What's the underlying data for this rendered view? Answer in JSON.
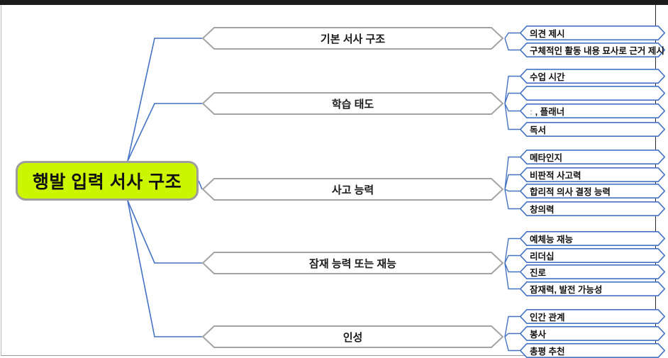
{
  "diagram": {
    "type": "mind-map",
    "title_node": "행발 입력 서사 구조",
    "colors": {
      "root_fill": "#ccf500",
      "root_border": "#9e9e9e",
      "branch_border": "#a3a3a3",
      "branch_fill": "#ffffff",
      "leaf_border": "#4472c4",
      "leaf_fill": "#ffffff",
      "connector": "#4472c4",
      "canvas": "#ffffff",
      "chrome_bar": "#1c1c1c"
    },
    "root": {
      "label": "행발 입력 서사 구조"
    },
    "branches": [
      {
        "label": "기본 서사 구조",
        "leaves": [
          {
            "label": "의견 제시",
            "state": "normal"
          },
          {
            "label": "구체적인 활동 내용 묘사로 근거 제시",
            "state": "clipped"
          }
        ]
      },
      {
        "label": "학습 태도",
        "leaves": [
          {
            "label": "수업 시간",
            "state": "normal"
          },
          {
            "label": "",
            "state": "blank"
          },
          {
            "label": ", 플래너",
            "state": "partial",
            "ghost_prefix": ":"
          },
          {
            "label": "독서",
            "state": "normal"
          }
        ]
      },
      {
        "label": "사고 능력",
        "leaves": [
          {
            "label": "메타인지",
            "state": "normal"
          },
          {
            "label": "비판적 사고력",
            "state": "normal"
          },
          {
            "label": "합리적 의사 결정 능력",
            "state": "normal"
          },
          {
            "label": "창의력",
            "state": "normal"
          }
        ]
      },
      {
        "label": "잠재 능력 또는 재능",
        "leaves": [
          {
            "label": "예체능 재능",
            "state": "normal"
          },
          {
            "label": "리더십",
            "state": "normal"
          },
          {
            "label": "진로",
            "state": "normal"
          },
          {
            "label": "잠재력, 발전 가능성",
            "state": "normal"
          }
        ]
      },
      {
        "label": "인성",
        "leaves": [
          {
            "label": "인간 관계",
            "state": "normal"
          },
          {
            "label": "봉사",
            "state": "normal"
          },
          {
            "label": "총평 추천",
            "state": "normal"
          }
        ]
      }
    ]
  }
}
